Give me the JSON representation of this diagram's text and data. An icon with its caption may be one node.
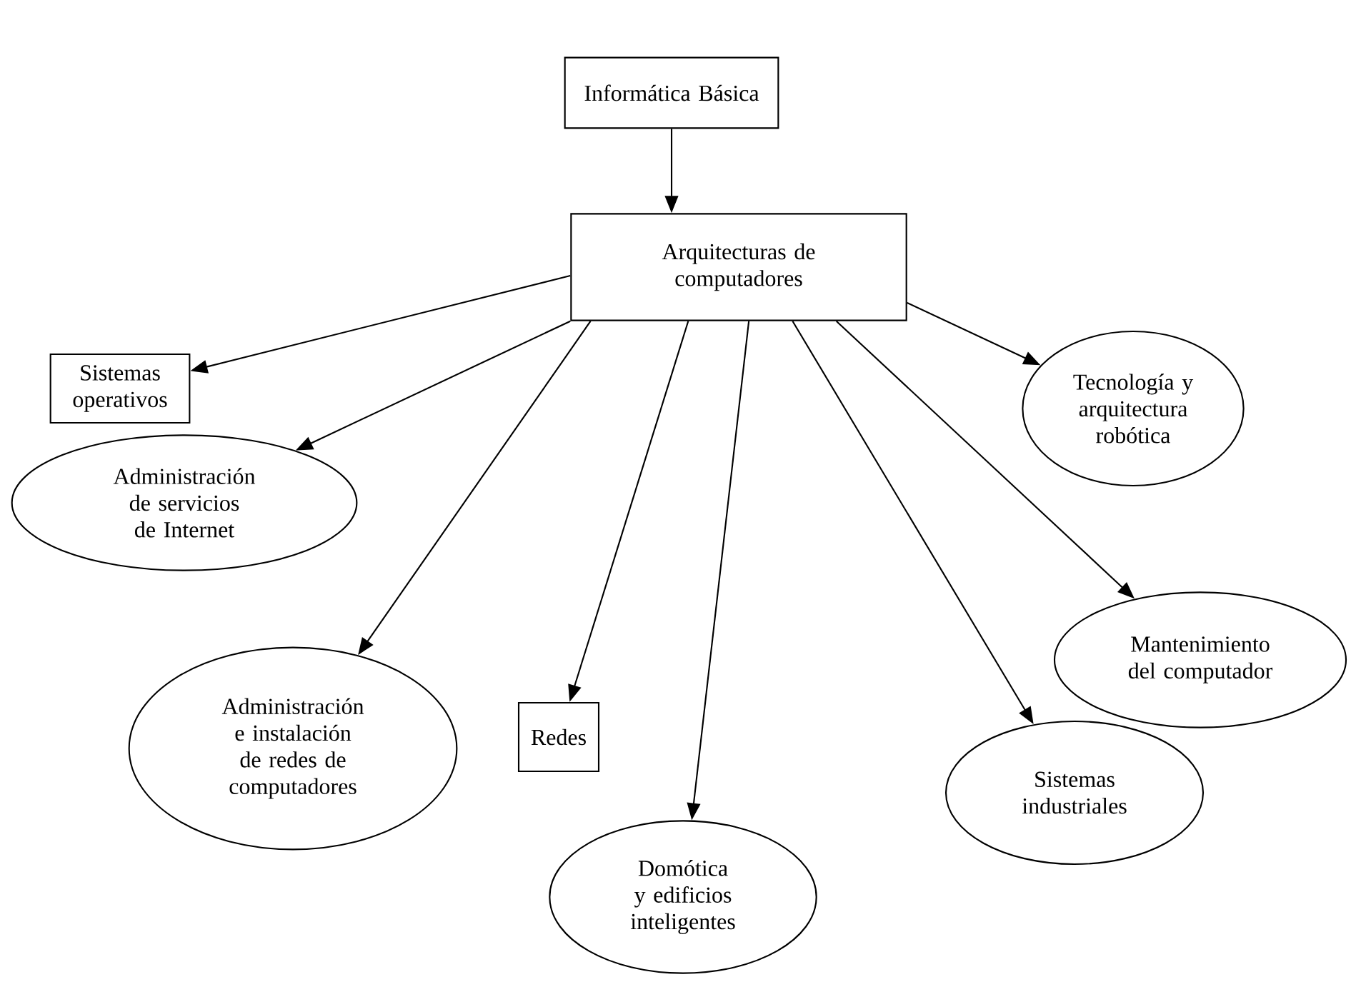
{
  "diagram": {
    "nodes": [
      {
        "text": [
          "Informática Básica"
        ]
      },
      {
        "text": [
          "Arquitecturas de computadores"
        ]
      },
      {
        "text": [
          "Sistemas operativos"
        ]
      },
      {
        "text": [
          "Tecnología y arquitectura robótica"
        ]
      },
      {
        "text": [
          "Administración de servicios de Internet"
        ]
      },
      {
        "text": [
          "Mantenimiento del computador"
        ]
      },
      {
        "text": [
          "Administración e instalación de redes de computadores"
        ]
      },
      {
        "text": [
          "Redes"
        ]
      },
      {
        "text": [
          "Domótica y edificios inteligentes"
        ]
      },
      {
        "text": [
          "Sistemas industriales"
        ]
      }
    ],
    "edges": [
      {
        "from": 0,
        "to": 1,
        "arrow": "to"
      },
      {
        "from": 1,
        "to": 2,
        "arrow": "to"
      },
      {
        "from": 1,
        "to": 3,
        "arrow": "to"
      },
      {
        "from": 1,
        "to": 4,
        "arrow": "to"
      },
      {
        "from": 1,
        "to": 5,
        "arrow": "to"
      },
      {
        "from": 1,
        "to": 6,
        "arrow": "to"
      },
      {
        "from": 1,
        "to": 7,
        "arrow": "to"
      },
      {
        "from": 1,
        "to": 8,
        "arrow": "to"
      },
      {
        "from": 1,
        "to": 9,
        "arrow": "to"
      }
    ]
  }
}
